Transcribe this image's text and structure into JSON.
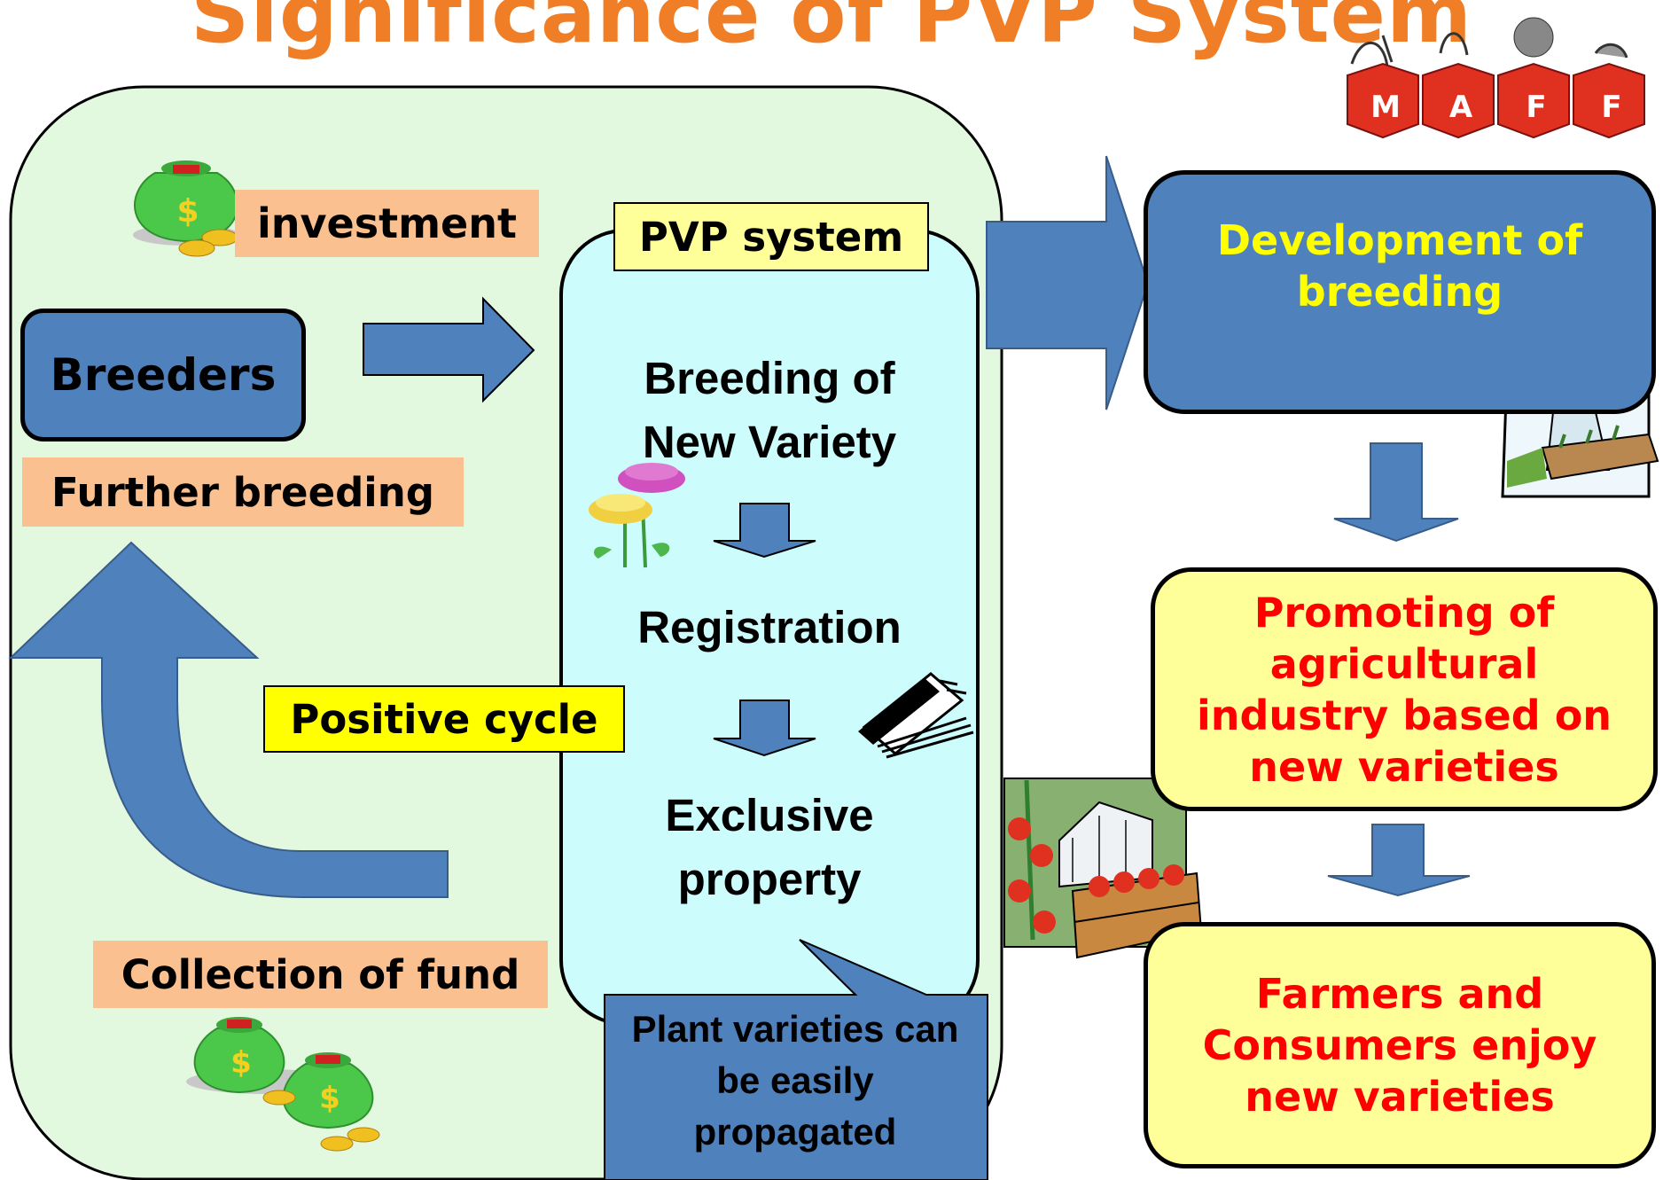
{
  "title": "Significance of PVP System",
  "logo": {
    "letters": [
      "M",
      "A",
      "F",
      "F"
    ]
  },
  "left": {
    "investment": "investment",
    "breeders": "Breeders",
    "further_breeding": "Further breeding",
    "positive_cycle": "Positive cycle",
    "collection_of_fund": "Collection of fund"
  },
  "pvp": {
    "label": "PVP system",
    "step1": "Breeding of New Variety",
    "step2": "Registration",
    "step3": "Exclusive property",
    "callout": "Plant varieties can be easily propagated"
  },
  "right": {
    "development": "Development of breeding",
    "promoting": "Promoting of agricultural industry based on new varieties",
    "farmers": "Farmers and Consumers enjoy new varieties"
  },
  "colors": {
    "title": "#f07e26",
    "panel_bg": "#e2f9df",
    "pvp_bg": "#ccfcfc",
    "blue": "#4f81bd",
    "label_peach": "#fac090",
    "label_yellow": "#ffff00",
    "box_yellow": "#ffff99",
    "text_yellow": "#ffff00",
    "text_red": "#ff0000",
    "logo_red": "#e03020"
  },
  "icons": [
    "money-bag-icon",
    "flower-icon",
    "certificate-icon",
    "greenhouse-scientist-icon",
    "tomato-greenhouse-icon",
    "maff-logo"
  ]
}
